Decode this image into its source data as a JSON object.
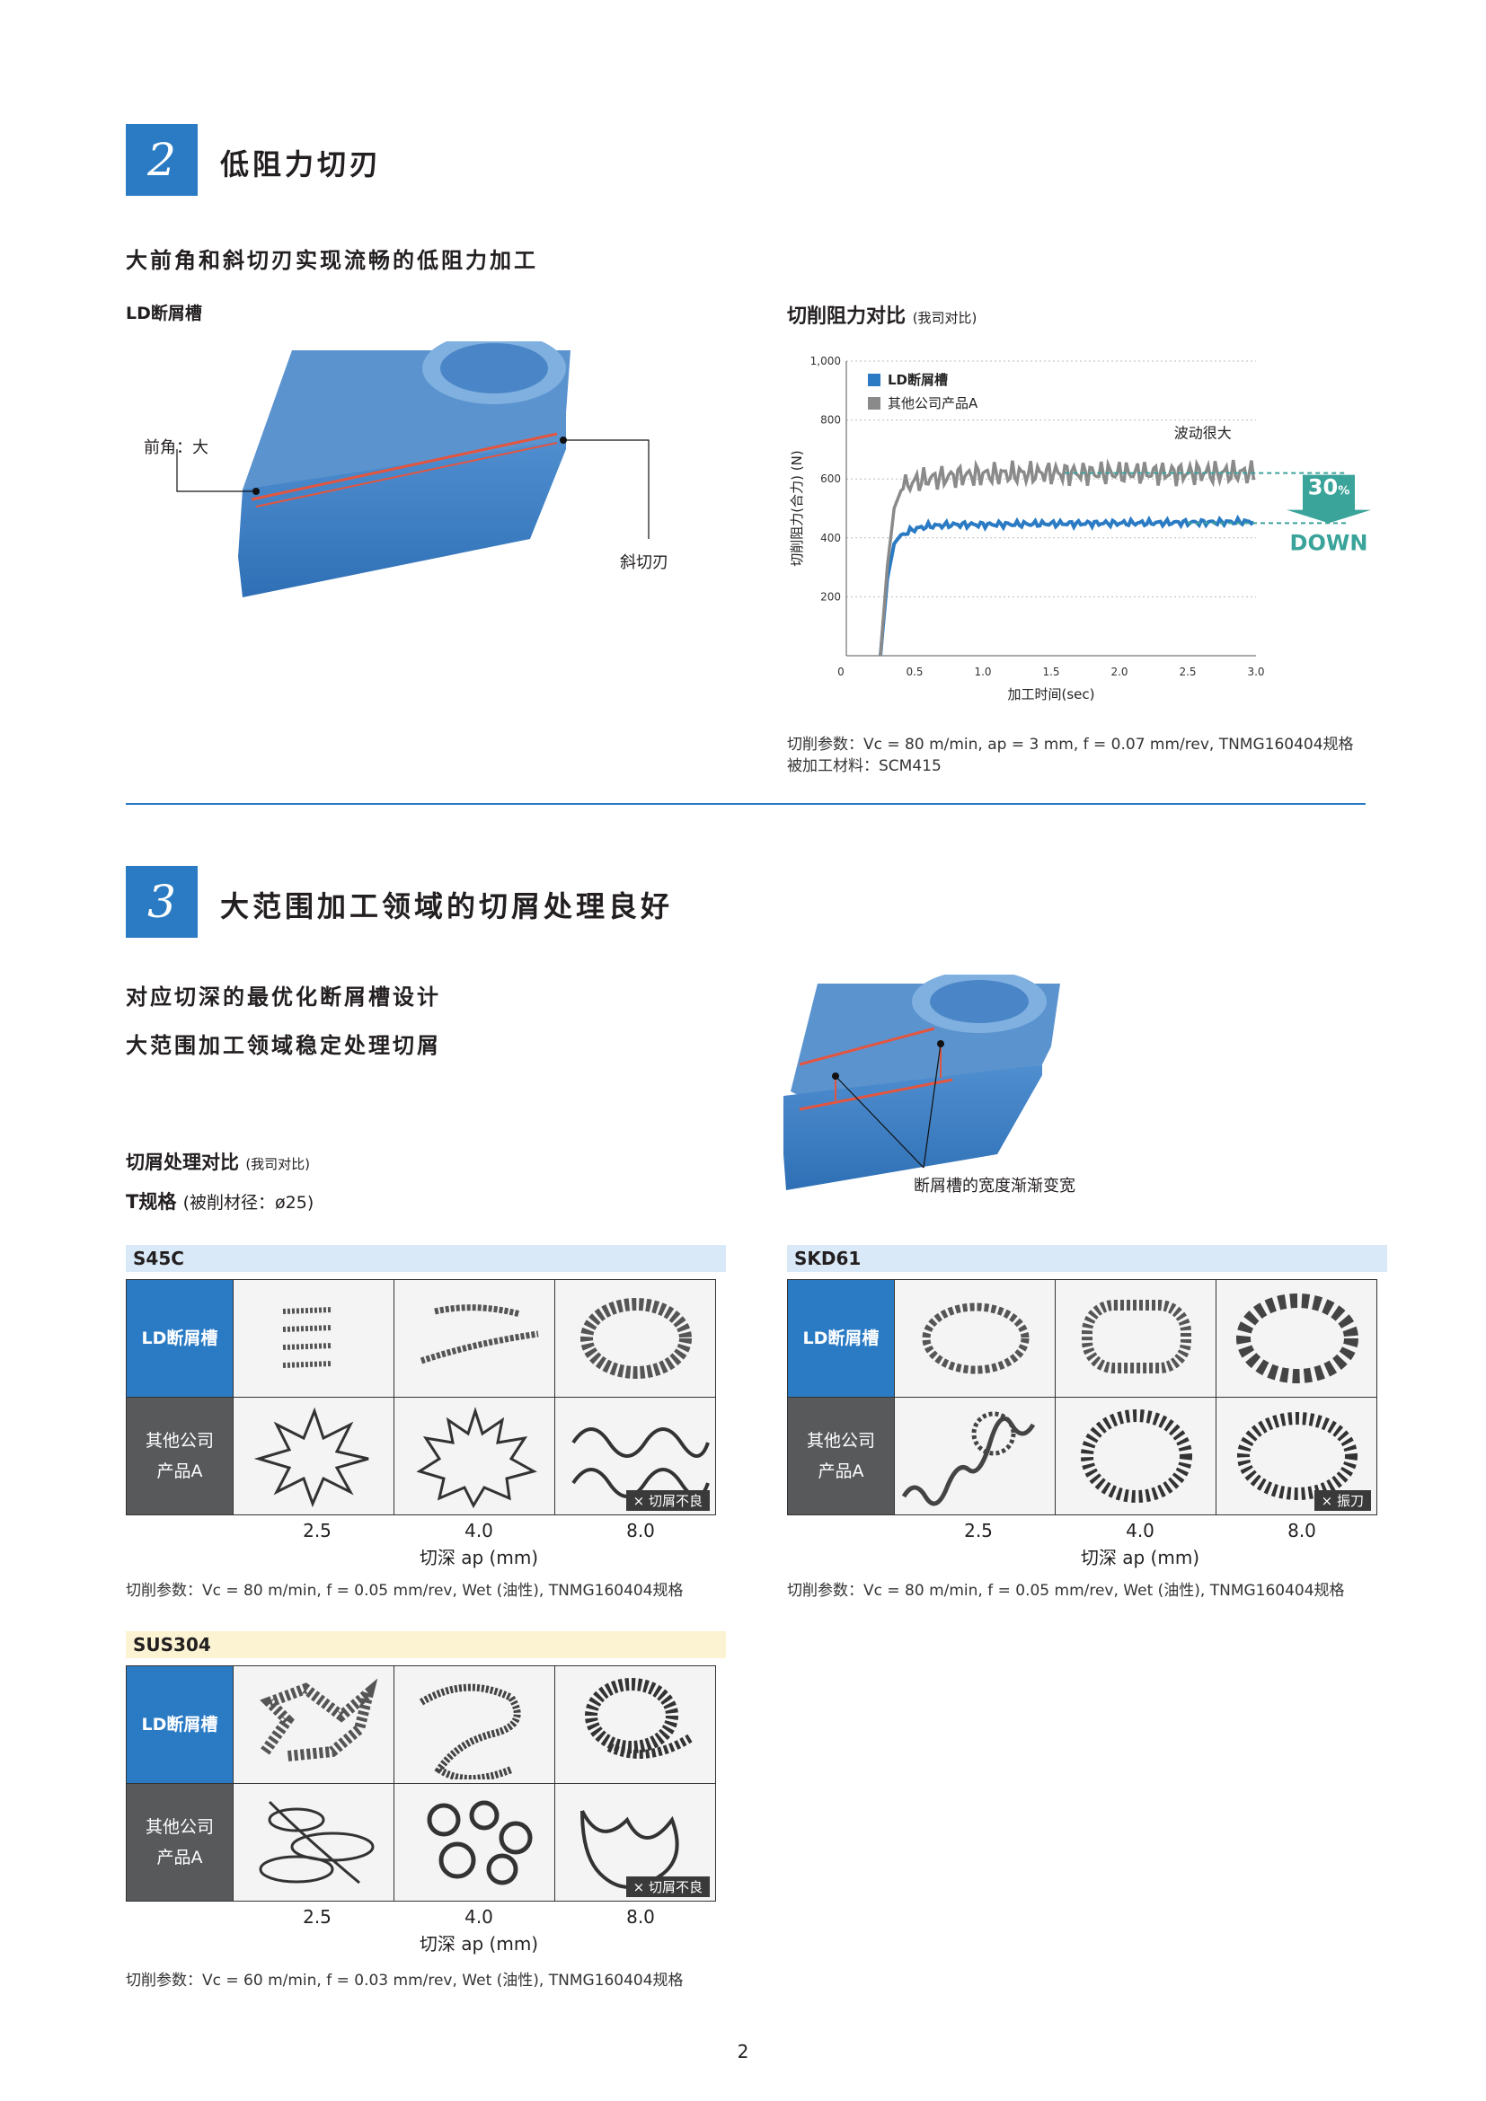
{
  "section2": {
    "number": "2",
    "title": "低阻力切刃",
    "lead": "大前角和斜切刃实现流畅的低阻力加工",
    "diagram_title": "LD断屑槽",
    "callout_rake": "前角：大",
    "callout_edge": "斜切刃",
    "chart_title": "切削阻力对比",
    "chart_title_note": "(我司对比)",
    "chart_note_fluct": "波动很大",
    "chart_badge_pct": "30",
    "chart_badge_unit": "%",
    "chart_badge_down": "DOWN",
    "params_line1": "切削参数：Vc = 80 m/min, ap = 3 mm, f = 0.07 mm/rev, TNMG160404规格",
    "params_line2": "被加工材料：SCM415"
  },
  "chart_data": {
    "type": "line",
    "title": "切削阻力对比",
    "xlabel": "加工时间(sec)",
    "ylabel": "切削阻力(合力) (N)",
    "xlim": [
      0,
      3.0
    ],
    "ylim": [
      0,
      1000
    ],
    "x_ticks": [
      "0",
      "0.5",
      "1.0",
      "1.5",
      "2.0",
      "2.5",
      "3.0"
    ],
    "y_ticks": [
      "200",
      "400",
      "600",
      "800",
      "1,000"
    ],
    "grid": true,
    "legend": "top-left",
    "series": [
      {
        "name": "LD断屑槽",
        "color": "#2a7bc4",
        "x": [
          0.25,
          0.3,
          0.35,
          0.4,
          0.45,
          0.5,
          0.6,
          0.8,
          1.0,
          1.5,
          2.0,
          2.5,
          3.0
        ],
        "y": [
          0,
          260,
          380,
          410,
          420,
          430,
          440,
          445,
          445,
          448,
          450,
          452,
          455
        ]
      },
      {
        "name": "其他公司产品A",
        "color": "#8a8a8a",
        "x": [
          0.25,
          0.3,
          0.35,
          0.4,
          0.45,
          0.5,
          0.6,
          0.8,
          1.0,
          1.5,
          2.0,
          2.5,
          3.0
        ],
        "y": [
          0,
          300,
          500,
          560,
          580,
          590,
          600,
          610,
          615,
          620,
          620,
          620,
          620
        ]
      }
    ]
  },
  "section3": {
    "number": "3",
    "title": "大范围加工领域的切屑处理良好",
    "lead1": "对应切深的最优化断屑槽设计",
    "lead2": "大范围加工领域稳定处理切屑",
    "diagram_callout": "断屑槽的宽度渐渐变宽",
    "compare_title": "切屑处理对比",
    "compare_note": "(我司对比)",
    "spec": "T规格",
    "spec_note": "(被削材径：ø25)",
    "row_ld": "LD断屑槽",
    "row_other_1": "其他公司",
    "row_other_2": "产品A",
    "x_values": [
      "2.5",
      "4.0",
      "8.0"
    ],
    "x_label": "切深 ap (mm)",
    "tag_bad": "× 切屑不良",
    "tag_vib": "× 振刀",
    "mat_s45c": "S45C",
    "mat_skd61": "SKD61",
    "mat_sus304": "SUS304",
    "params_s45c": "切削参数：Vc = 80 m/min, f = 0.05 mm/rev, Wet (油性), TNMG160404规格",
    "params_skd61": "切削参数：Vc = 80 m/min, f = 0.05 mm/rev, Wet (油性), TNMG160404规格",
    "params_sus304": "切削参数：Vc = 60 m/min, f = 0.03 mm/rev, Wet (油性), TNMG160404规格"
  },
  "page_number": "2"
}
